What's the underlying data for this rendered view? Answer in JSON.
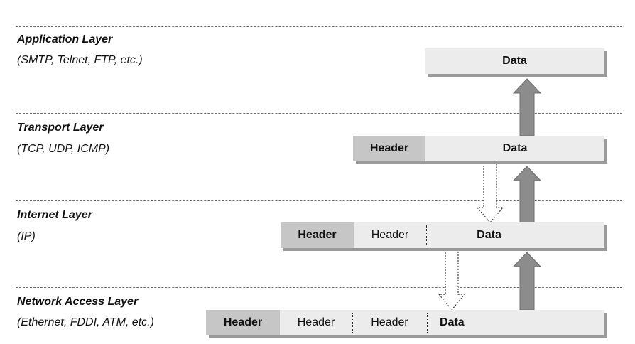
{
  "layers": [
    {
      "name": "Application Layer",
      "protocols": "(SMTP, Telnet, FTP, etc.)",
      "packet": [
        {
          "label": "Data",
          "kind": "data"
        }
      ]
    },
    {
      "name": "Transport Layer",
      "protocols": "(TCP, UDP, ICMP)",
      "packet": [
        {
          "label": "Header",
          "kind": "outer-header"
        },
        {
          "label": "Data",
          "kind": "data"
        }
      ]
    },
    {
      "name": "Internet Layer",
      "protocols": "(IP)",
      "packet": [
        {
          "label": "Header",
          "kind": "outer-header"
        },
        {
          "label": "Header",
          "kind": "inner-header"
        },
        {
          "label": "Data",
          "kind": "data"
        }
      ]
    },
    {
      "name": "Network Access Layer",
      "protocols": "(Ethernet, FDDI, ATM, etc.)",
      "packet": [
        {
          "label": "Header",
          "kind": "outer-header"
        },
        {
          "label": "Header",
          "kind": "inner-header"
        },
        {
          "label": "Header",
          "kind": "inner-header"
        },
        {
          "label": "Data",
          "kind": "data"
        }
      ]
    }
  ],
  "colors": {
    "outer_header_fill": "#c6c6c6",
    "packet_fill": "#ececec",
    "packet_shadow": "#9a9a9a",
    "upward_arrow_fill": "#8c8c8c",
    "downward_arrow_fill": "#ffffff"
  },
  "arrows": [
    {
      "from": "Network Access Layer",
      "to": "Internet Layer",
      "style": "solid-gray",
      "direction": "up"
    },
    {
      "from": "Internet Layer",
      "to": "Transport Layer",
      "style": "solid-gray",
      "direction": "up"
    },
    {
      "from": "Transport Layer",
      "to": "Application Layer",
      "style": "solid-gray",
      "direction": "up"
    },
    {
      "from": "Transport Layer",
      "to": "Internet Layer",
      "style": "dotted-outline",
      "direction": "down"
    },
    {
      "from": "Internet Layer",
      "to": "Network Access Layer",
      "style": "dotted-outline",
      "direction": "down"
    }
  ]
}
